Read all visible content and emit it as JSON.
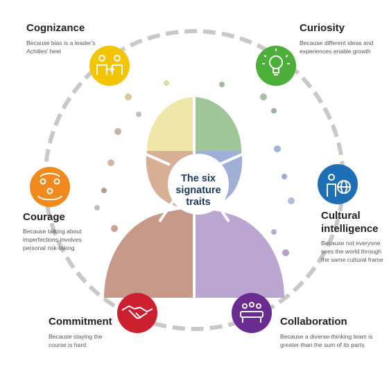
{
  "center": {
    "line1": "The six",
    "line2": "signature",
    "line3": "traits"
  },
  "traits": [
    {
      "name": "Cognizance",
      "desc_line1": "Because bias is a leader's",
      "desc_line2": "Achilles' heel",
      "color": "#f2c500",
      "icon": "people-arrows-icon"
    },
    {
      "name": "Curiosity",
      "desc_line1": "Because different ideas and",
      "desc_line2": "experiences enable growth",
      "color": "#4caf3a",
      "icon": "lightbulb-icon"
    },
    {
      "name": "Courage",
      "desc_line1": "Because talking about",
      "desc_line2": "imperfections involves",
      "desc_line3": "personal risk-taking",
      "color": "#f08a1c",
      "icon": "team-cycle-icon"
    },
    {
      "name_line1": "Cultural",
      "name_line2": "intelligence",
      "desc_line1": "Because not everyone",
      "desc_line2": "sees the world through",
      "desc_line3": "the same cultural frame",
      "color": "#1f6fb6",
      "icon": "person-globe-icon"
    },
    {
      "name": "Commitment",
      "desc_line1": "Because staying the",
      "desc_line2": "course is hard",
      "color": "#cc1f2f",
      "icon": "handshake-icon"
    },
    {
      "name": "Collaboration",
      "desc_line1": "Because a diverse-thinking team is",
      "desc_line2": "greater than the sum of its parts",
      "color": "#6b2c91",
      "icon": "meeting-table-icon"
    }
  ],
  "segment_colors": {
    "cognizance": "#e9dc78",
    "curiosity": "#7aa872",
    "cultural": "#8a9bc8",
    "collaboration": "#a98cc0",
    "commitment": "#b97a66",
    "courage": "#c79a7c"
  }
}
